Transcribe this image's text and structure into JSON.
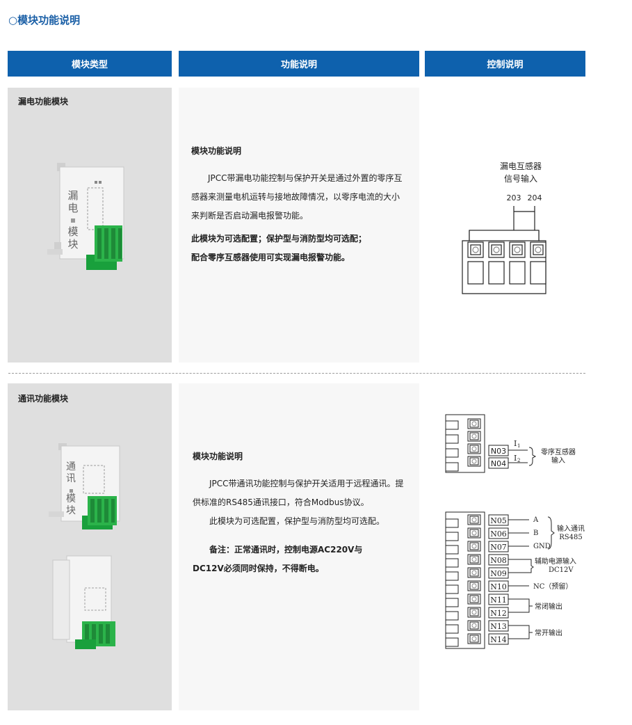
{
  "page_title": "○模块功能说明",
  "headers": {
    "type": "模块类型",
    "function": "功能说明",
    "control": "控制说明"
  },
  "leakage": {
    "name": "漏电功能模块",
    "device_label": [
      "漏",
      "电",
      "模",
      "块"
    ],
    "desc_title": "模块功能说明",
    "desc_p1": "JPCC带漏电功能控制与保护开关是通过外置的零序互感器来测量电机运转与接地故障情况，以零序电流的大小来判断是否启动漏电报警功能。",
    "desc_p2a": "此模块为可选配置；保护型与消防型均可选配；",
    "desc_p2b": "配合零序互感器使用可实现漏电报警功能。",
    "ctrl_label_1": "漏电互感器",
    "ctrl_label_2": "信号输入",
    "term_a": "203",
    "term_b": "204"
  },
  "comm": {
    "name": "通讯功能模块",
    "device_label": [
      "通",
      "讯",
      "模",
      "块"
    ],
    "desc_title": "模块功能说明",
    "desc_p1": "JPCC带通讯功能控制与保护开关适用于远程通讯。提供标准的RS485通讯接口，符合Modbus协议。",
    "desc_p2": "此模块为可选配置，保护型与消防型均可选配。",
    "desc_note_a": "备注：正常通讯时，控制电源AC220V与",
    "desc_note_b": "DC12V必须同时保持，不得断电。",
    "top_terms": [
      "N03",
      "N04"
    ],
    "i1": "I",
    "i1_sub": "1",
    "i2": "I",
    "i2_sub": "2",
    "top_group_1": "零序互感器",
    "top_group_2": "输入",
    "terms": [
      "N05",
      "N06",
      "N07",
      "N08",
      "N09",
      "N10",
      "N11",
      "N12",
      "N13",
      "N14"
    ],
    "sig_a": "A",
    "sig_b": "B",
    "sig_gnd": "GND",
    "grp_rs485_1": "输入通讯",
    "grp_rs485_2": "RS485",
    "grp_aux_1": "辅助电源输入",
    "grp_aux_2": "DC12V",
    "nc": "NC（预留）",
    "nc_out": "常闭输出",
    "no_out": "常开输出"
  }
}
